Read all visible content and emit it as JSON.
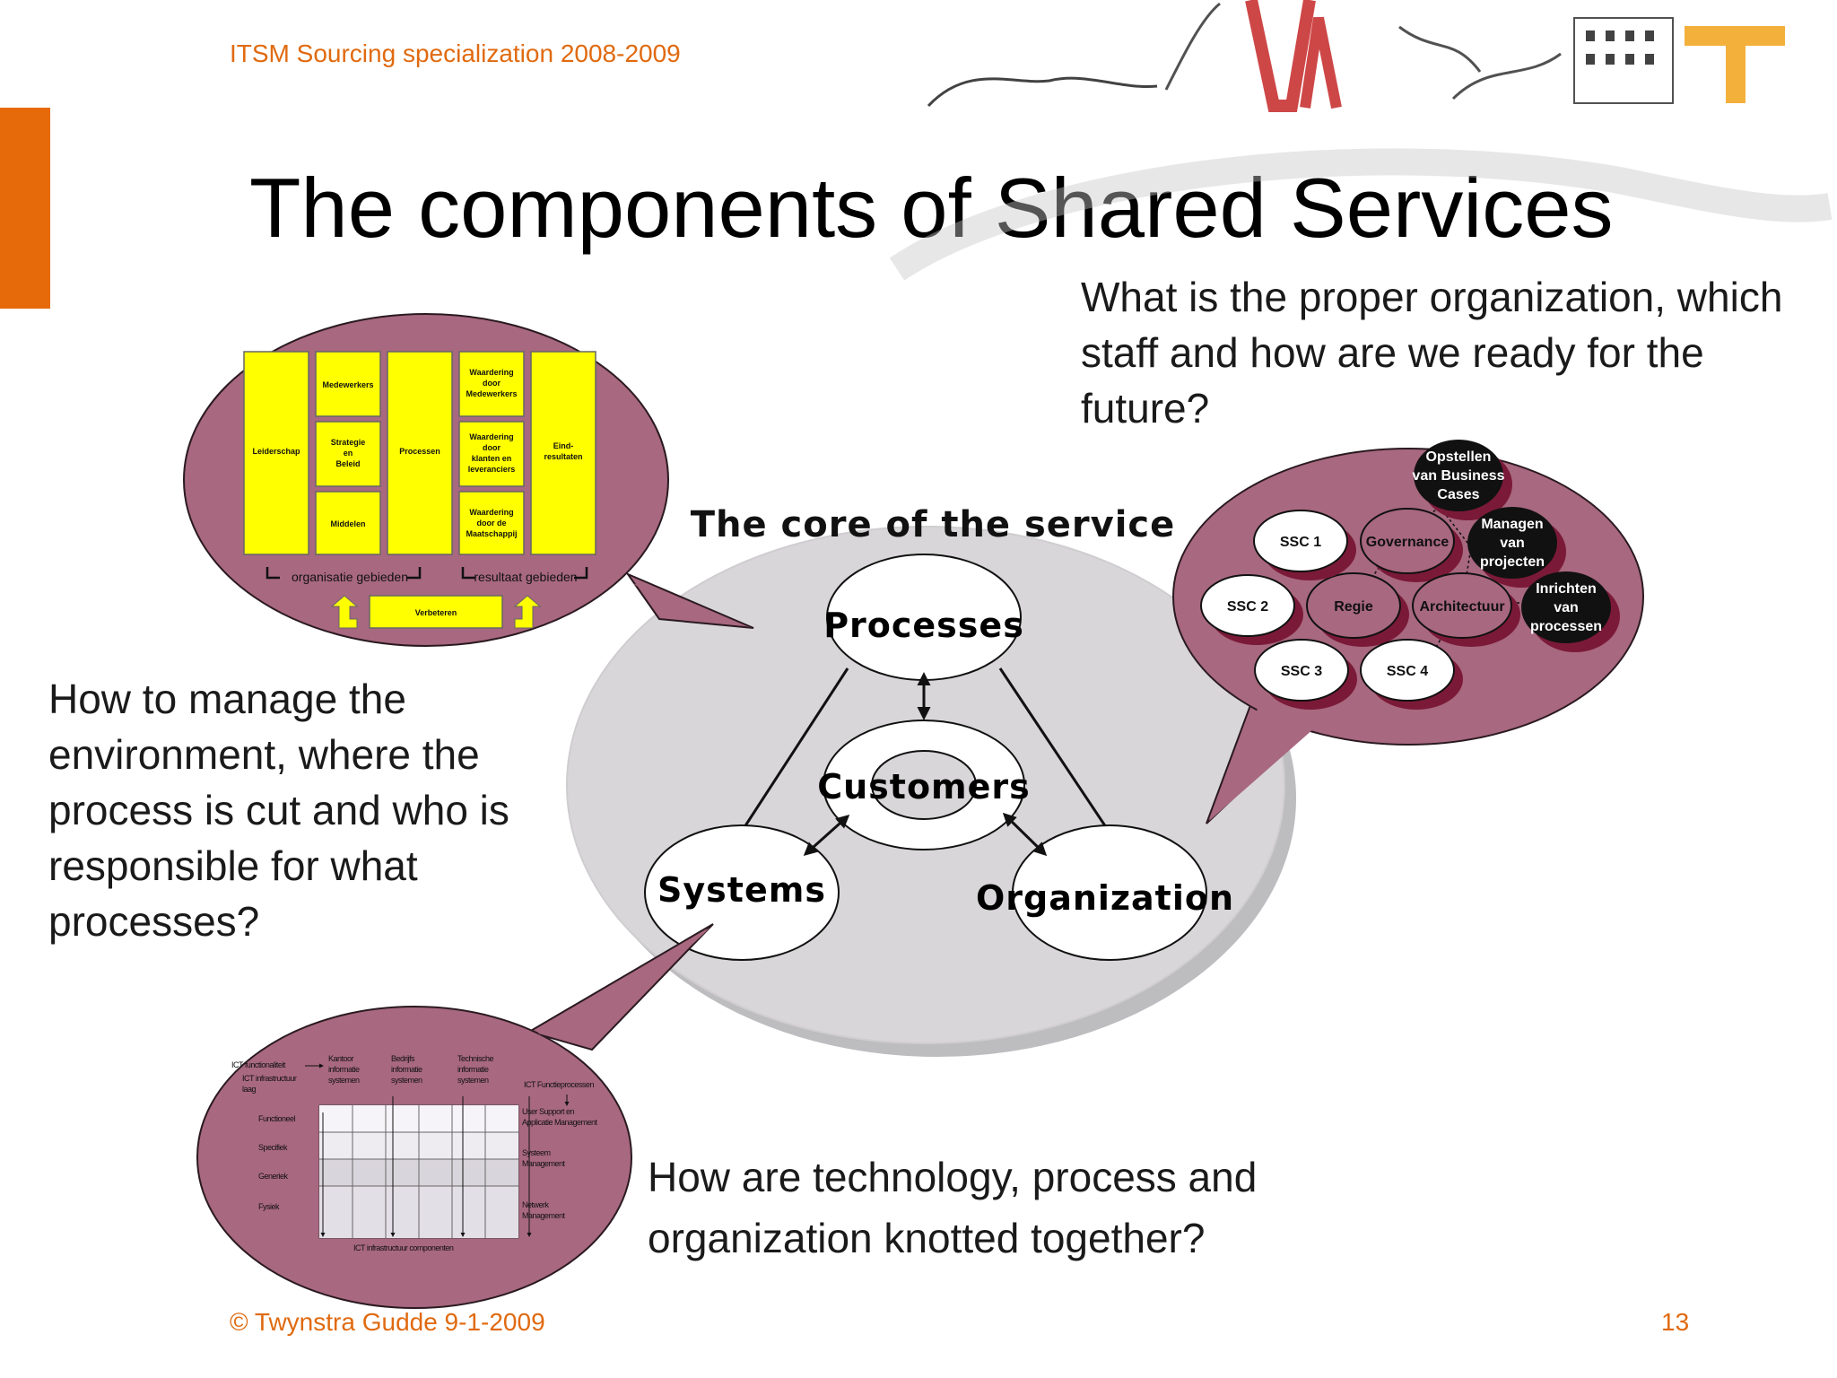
{
  "header": {
    "course": "ITSM Sourcing specialization 2008-2009"
  },
  "title": "The components of Shared Services",
  "questions": {
    "organization": "What is the proper organization, which staff and how are we ready for the future?",
    "environment": "How to manage the environment, where the process is cut and who is responsible for what processes?",
    "technology": "How are technology, process and organization knotted together?"
  },
  "core": {
    "title": "The core of the service",
    "processes": "Processes",
    "customers": "Customers",
    "systems": "Systems",
    "organization": "Organization"
  },
  "efqm": {
    "leiderschap": "Leiderschap",
    "medewerkers": "Medewerkers",
    "strategie": [
      "Strategie",
      "en",
      "Beleid"
    ],
    "middelen": "Middelen",
    "processen": "Processen",
    "waardering_medewerkers": [
      "Waardering",
      "door",
      "Medewerkers"
    ],
    "waardering_klanten": [
      "Waardering",
      "door",
      "klanten en",
      "leveranciers"
    ],
    "waardering_maatschappij": [
      "Waardering",
      "door de",
      "Maatschappij"
    ],
    "eindresultaten": [
      "Eind-",
      "resultaten"
    ],
    "organisatie_gebieden": "organisatie gebieden",
    "resultaat_gebieden": "resultaat gebieden",
    "verbeteren": "Verbeteren"
  },
  "governance": {
    "ssc1": "SSC 1",
    "ssc2": "SSC 2",
    "ssc3": "SSC 3",
    "ssc4": "SSC 4",
    "governance": "Governance",
    "regie": "Regie",
    "architectuur": "Architectuur",
    "business_cases": [
      "Opstellen",
      "van Business",
      "Cases"
    ],
    "projecten": [
      "Managen",
      "van",
      "projecten"
    ],
    "processen": [
      "Inrichten",
      "van",
      "processen"
    ]
  },
  "ict": {
    "functionaliteit": "ICT functionaliteit",
    "infrastructuur_laag": [
      "ICT infrastructuur",
      "laag"
    ],
    "kantoor": [
      "Kantoor",
      "informatie",
      "systemen"
    ],
    "bedrijfs": [
      "Bedrijfs",
      "informatie",
      "systemen"
    ],
    "technische": [
      "Technische",
      "informatie",
      "systemen"
    ],
    "functieprocessen": "ICT Functieprocessen",
    "rows": [
      "Functioneel",
      "Specifiek",
      "Generiek",
      "Fysiek"
    ],
    "user_support": [
      "User Support en",
      "Applicatie Management"
    ],
    "systeem": [
      "Systeem",
      "Management"
    ],
    "netwerk": [
      "Netwerk",
      "Management"
    ],
    "componenten": "ICT infrastructuur componenten"
  },
  "footer": {
    "copyright": "© Twynstra Gudde  9-1-2009",
    "page": "13"
  },
  "colors": {
    "accent": "#e06a10",
    "bubble": "#a8687f",
    "efqm_yellow": "#ffff00",
    "core_gray": "#d8d6d8"
  }
}
